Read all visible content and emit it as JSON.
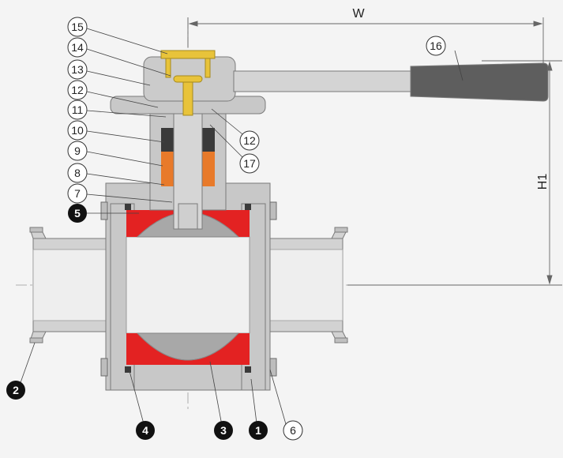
{
  "dimensions": {
    "width": "W",
    "height": "H1"
  },
  "callouts": [
    {
      "id": "c15",
      "label": "15"
    },
    {
      "id": "c14",
      "label": "14"
    },
    {
      "id": "c13",
      "label": "13"
    },
    {
      "id": "c12a",
      "label": "12"
    },
    {
      "id": "c11",
      "label": "11"
    },
    {
      "id": "c10",
      "label": "10"
    },
    {
      "id": "c9",
      "label": "9"
    },
    {
      "id": "c8",
      "label": "8"
    },
    {
      "id": "c7",
      "label": "7"
    },
    {
      "id": "c16",
      "label": "16"
    },
    {
      "id": "c12b",
      "label": "12"
    },
    {
      "id": "c17",
      "label": "17"
    },
    {
      "id": "c6",
      "label": "6"
    }
  ],
  "filled_callouts": [
    {
      "id": "f5",
      "label": "5"
    },
    {
      "id": "f2",
      "label": "2"
    },
    {
      "id": "f4",
      "label": "4"
    },
    {
      "id": "f3",
      "label": "3"
    },
    {
      "id": "f1",
      "label": "1"
    }
  ],
  "colors": {
    "body": "#c8c8c8",
    "body_stroke": "#7a7a7a",
    "seat": "#e32222",
    "ball": "#a8a8a8",
    "packing": "#e87a2a",
    "stem_gold": "#e8c33a",
    "handle_grip": "#5e5e5e",
    "gasket": "#3a3a3a"
  }
}
